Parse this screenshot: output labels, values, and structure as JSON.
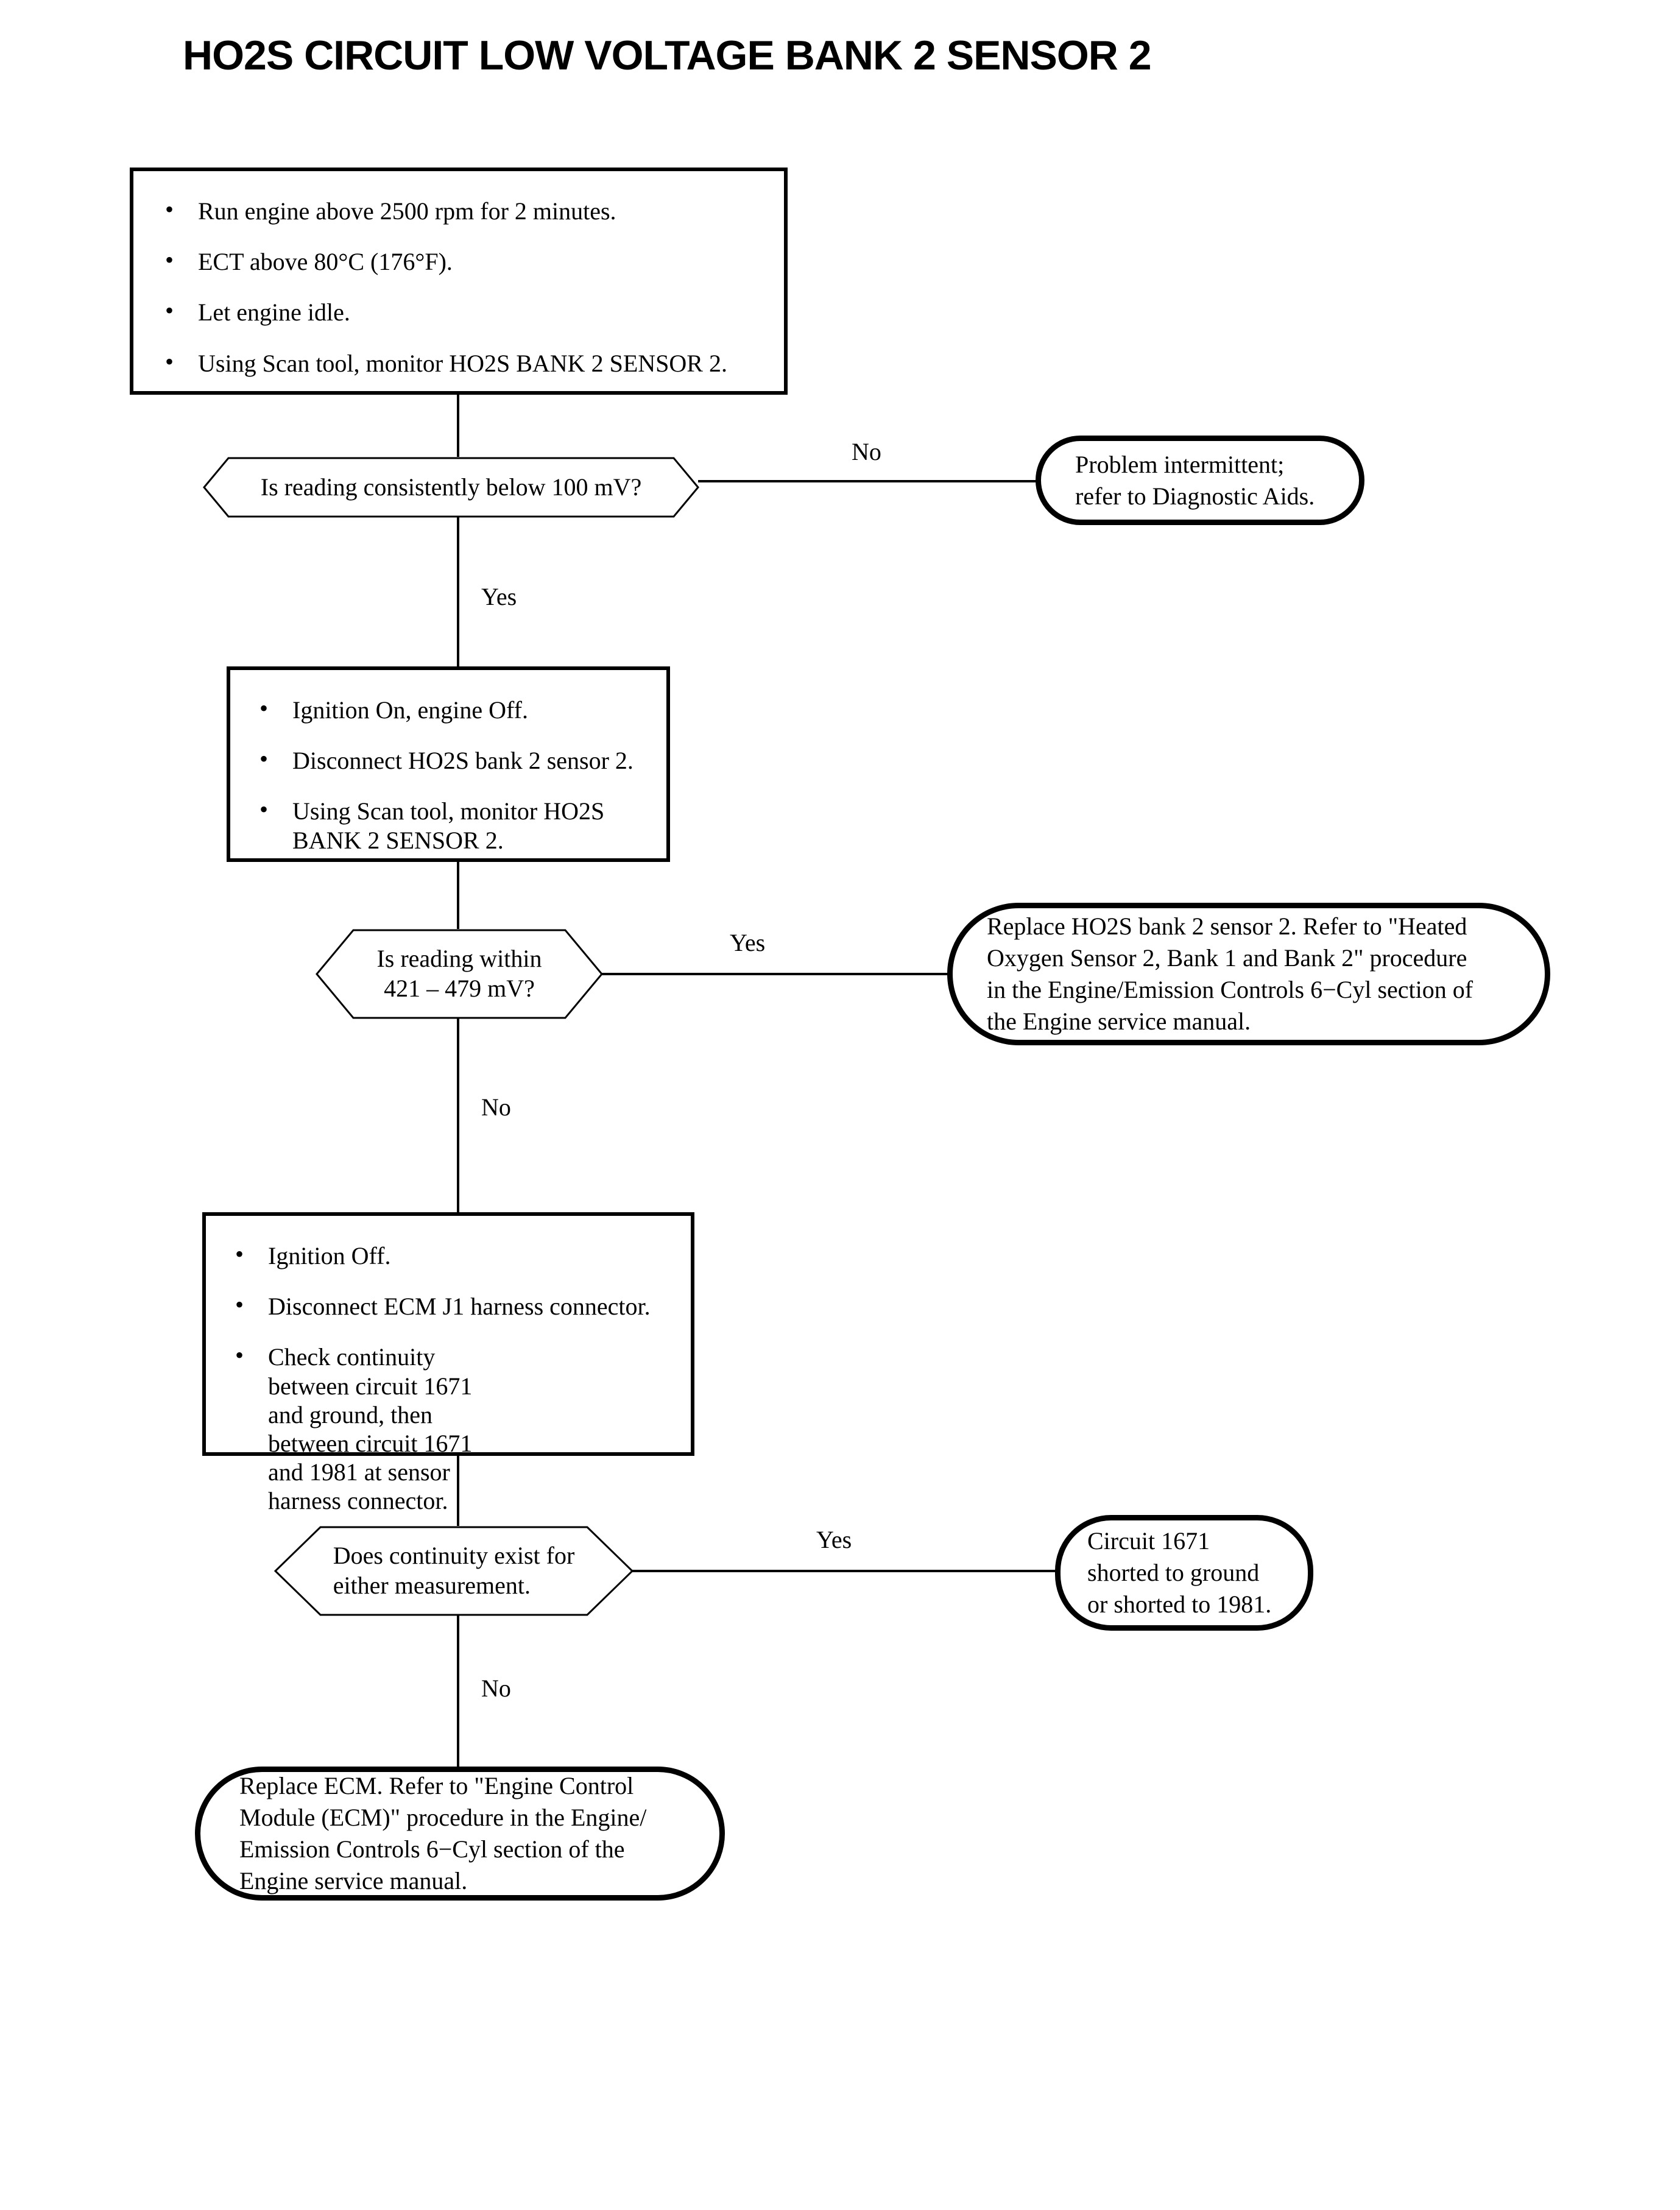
{
  "page": {
    "title": "HO2S CIRCUIT LOW VOLTAGE BANK 2 SENSOR 2",
    "ink_color": "#000000",
    "paper_color": "#ffffff"
  },
  "nodes": {
    "step1": {
      "type": "process",
      "bullets": [
        "Run engine  above 2500 rpm for 2 minutes.",
        "ECT above 80°C (176°F).",
        "Let engine idle.",
        "Using Scan tool, monitor HO2S BANK 2 SENSOR 2."
      ]
    },
    "decision1": {
      "type": "decision",
      "lines": [
        "Is reading consistently below 100 mV?"
      ]
    },
    "result1": {
      "type": "terminal",
      "lines": [
        "Problem intermittent;",
        "refer to Diagnostic Aids."
      ]
    },
    "step2": {
      "type": "process",
      "bullets": [
        "Ignition On, engine Off.",
        "Disconnect HO2S bank 2 sensor 2.",
        "Using Scan tool, monitor HO2S BANK 2 SENSOR 2."
      ]
    },
    "decision2": {
      "type": "decision",
      "lines": [
        "Is reading within",
        "421 – 479 mV?"
      ]
    },
    "result2": {
      "type": "terminal",
      "lines": [
        "Replace HO2S bank 2 sensor 2. Refer to \"Heated",
        "Oxygen Sensor 2, Bank 1 and Bank 2\" procedure",
        "in the Engine/Emission Controls 6−Cyl section of",
        "the Engine service manual."
      ]
    },
    "step3": {
      "type": "process",
      "bullets": [
        "Ignition Off.",
        "Disconnect ECM J1 harness connector.",
        "Check continuity between circuit 1671 and ground, then between circuit 1671 and 1981 at sensor harness connector."
      ]
    },
    "decision3": {
      "type": "decision",
      "lines": [
        "Does continuity exist for",
        "either measurement."
      ]
    },
    "result3": {
      "type": "terminal",
      "lines": [
        "Circuit 1671",
        "shorted to ground",
        "or shorted to 1981."
      ]
    },
    "result4": {
      "type": "terminal",
      "lines": [
        "Replace ECM. Refer to \"Engine Control",
        "Module (ECM)\" procedure in the Engine/",
        "Emission Controls 6−Cyl section of the",
        "Engine service manual."
      ]
    }
  },
  "branch_labels": {
    "d1_no": "No",
    "d1_yes": "Yes",
    "d2_yes": "Yes",
    "d2_no": "No",
    "d3_yes": "Yes",
    "d3_no": "No"
  }
}
